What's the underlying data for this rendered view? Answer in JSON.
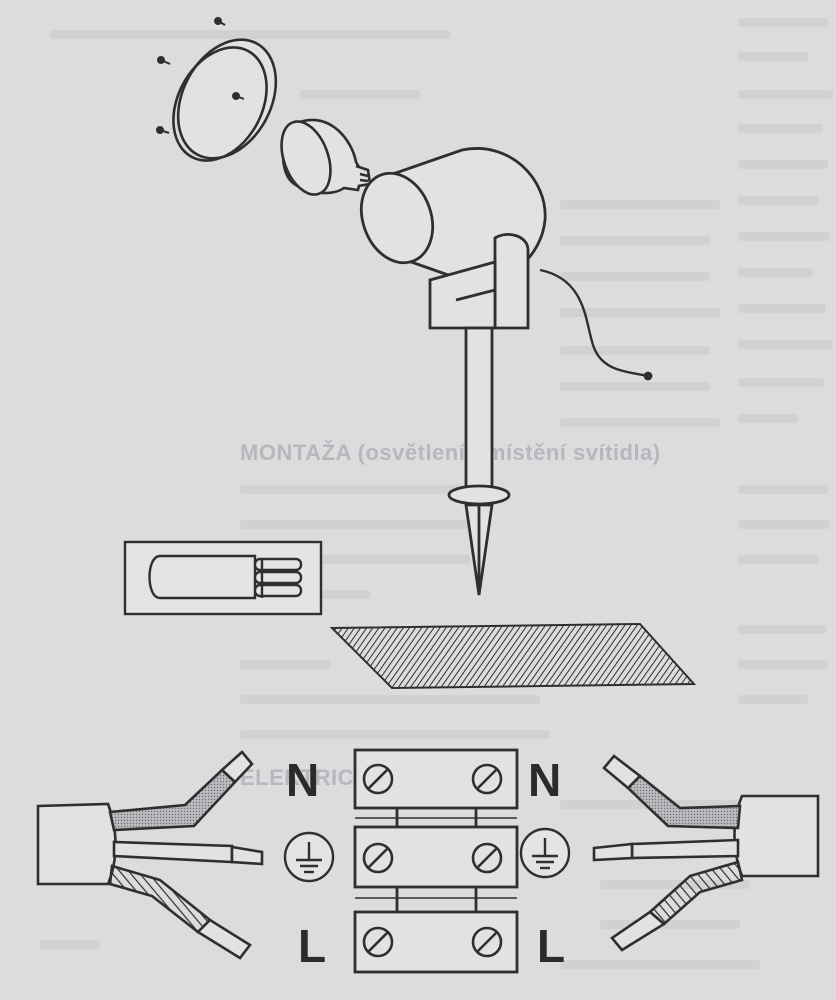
{
  "diagram": {
    "terminal_labels": {
      "neutral": "N",
      "live": "L"
    },
    "ghost_heading_top": "MONTAŽA (osvětlení umístění svítidla)",
    "ghost_heading_bottom": "ELEKTRICKÉ PŘIPOJENÍ",
    "colors": {
      "ink": "#2f2f2f",
      "paper": "#dcdcde"
    },
    "icons": [
      "screw-icon",
      "ground-icon",
      "cable-icon",
      "spotlight-icon",
      "lamp-bulb-icon"
    ]
  }
}
